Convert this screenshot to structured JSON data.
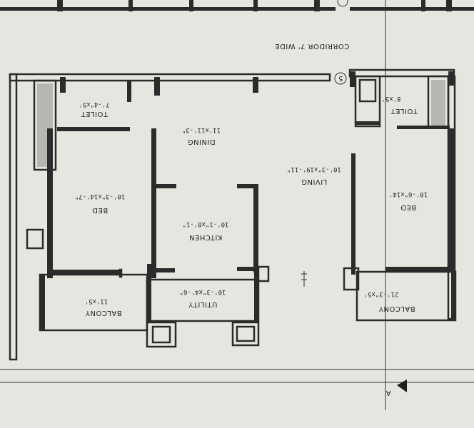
{
  "corridor": {
    "label": "CORRIDOR 7' WIDE"
  },
  "grid_marker": {
    "number": "5"
  },
  "section_marker": {
    "letter": "A"
  },
  "rooms": {
    "toilet_left": {
      "name": "TOILET",
      "size": "7'-4\"x5'"
    },
    "dining": {
      "name": "DINING",
      "size": "11'x11'-3\""
    },
    "bed_left": {
      "name": "BED",
      "size": "10'-3\"x14'-7\""
    },
    "kitchen": {
      "name": "KITCHEN",
      "size": "10'-1\"x8'-1\""
    },
    "utility": {
      "name": "UTILITY",
      "size": "10'-3\"x4'-6\""
    },
    "balcony_left": {
      "name": "BALCONY",
      "size": "11'x5'"
    },
    "living": {
      "name": "LIVING",
      "size": "10'-3\"x19'-11\""
    },
    "toilet_right": {
      "name": "TOILET",
      "size": "8'x5'"
    },
    "bed_right": {
      "name": "BED",
      "size": "10'-6\"x14'"
    },
    "balcony_right": {
      "name": "BALCONY",
      "size": "21'-3\"x5'"
    }
  }
}
